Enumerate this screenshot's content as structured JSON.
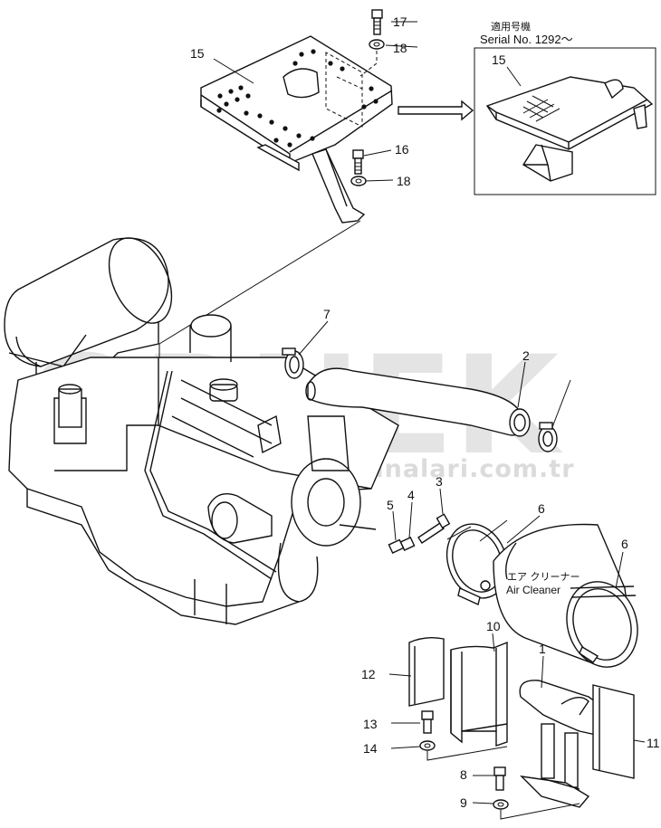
{
  "watermark": {
    "brand": "ÖRNEK",
    "url": "www.orneklsmakinalari.com.tr"
  },
  "inset": {
    "japanese_caption": "適用号機",
    "serial": "Serial No. 1292～",
    "part_label": "15"
  },
  "air_cleaner": {
    "japanese": "エア クリーナー",
    "english": "Air Cleaner"
  },
  "callouts": [
    {
      "id": "17",
      "name": "callout-17"
    },
    {
      "id": "18",
      "name": "callout-18-top"
    },
    {
      "id": "15",
      "name": "callout-15"
    },
    {
      "id": "16",
      "name": "callout-16"
    },
    {
      "id": "18",
      "name": "callout-18-bottom"
    },
    {
      "id": "7",
      "name": "callout-7"
    },
    {
      "id": "2",
      "name": "callout-2"
    },
    {
      "id": "3",
      "name": "callout-3"
    },
    {
      "id": "4",
      "name": "callout-4"
    },
    {
      "id": "5",
      "name": "callout-5"
    },
    {
      "id": "6",
      "name": "callout-6-band"
    },
    {
      "id": "6",
      "name": "callout-6-cleaner"
    },
    {
      "id": "10",
      "name": "callout-10"
    },
    {
      "id": "1",
      "name": "callout-1"
    },
    {
      "id": "12",
      "name": "callout-12"
    },
    {
      "id": "13",
      "name": "callout-13"
    },
    {
      "id": "14",
      "name": "callout-14"
    },
    {
      "id": "11",
      "name": "callout-11"
    },
    {
      "id": "8",
      "name": "callout-8"
    },
    {
      "id": "9",
      "name": "callout-9"
    }
  ]
}
